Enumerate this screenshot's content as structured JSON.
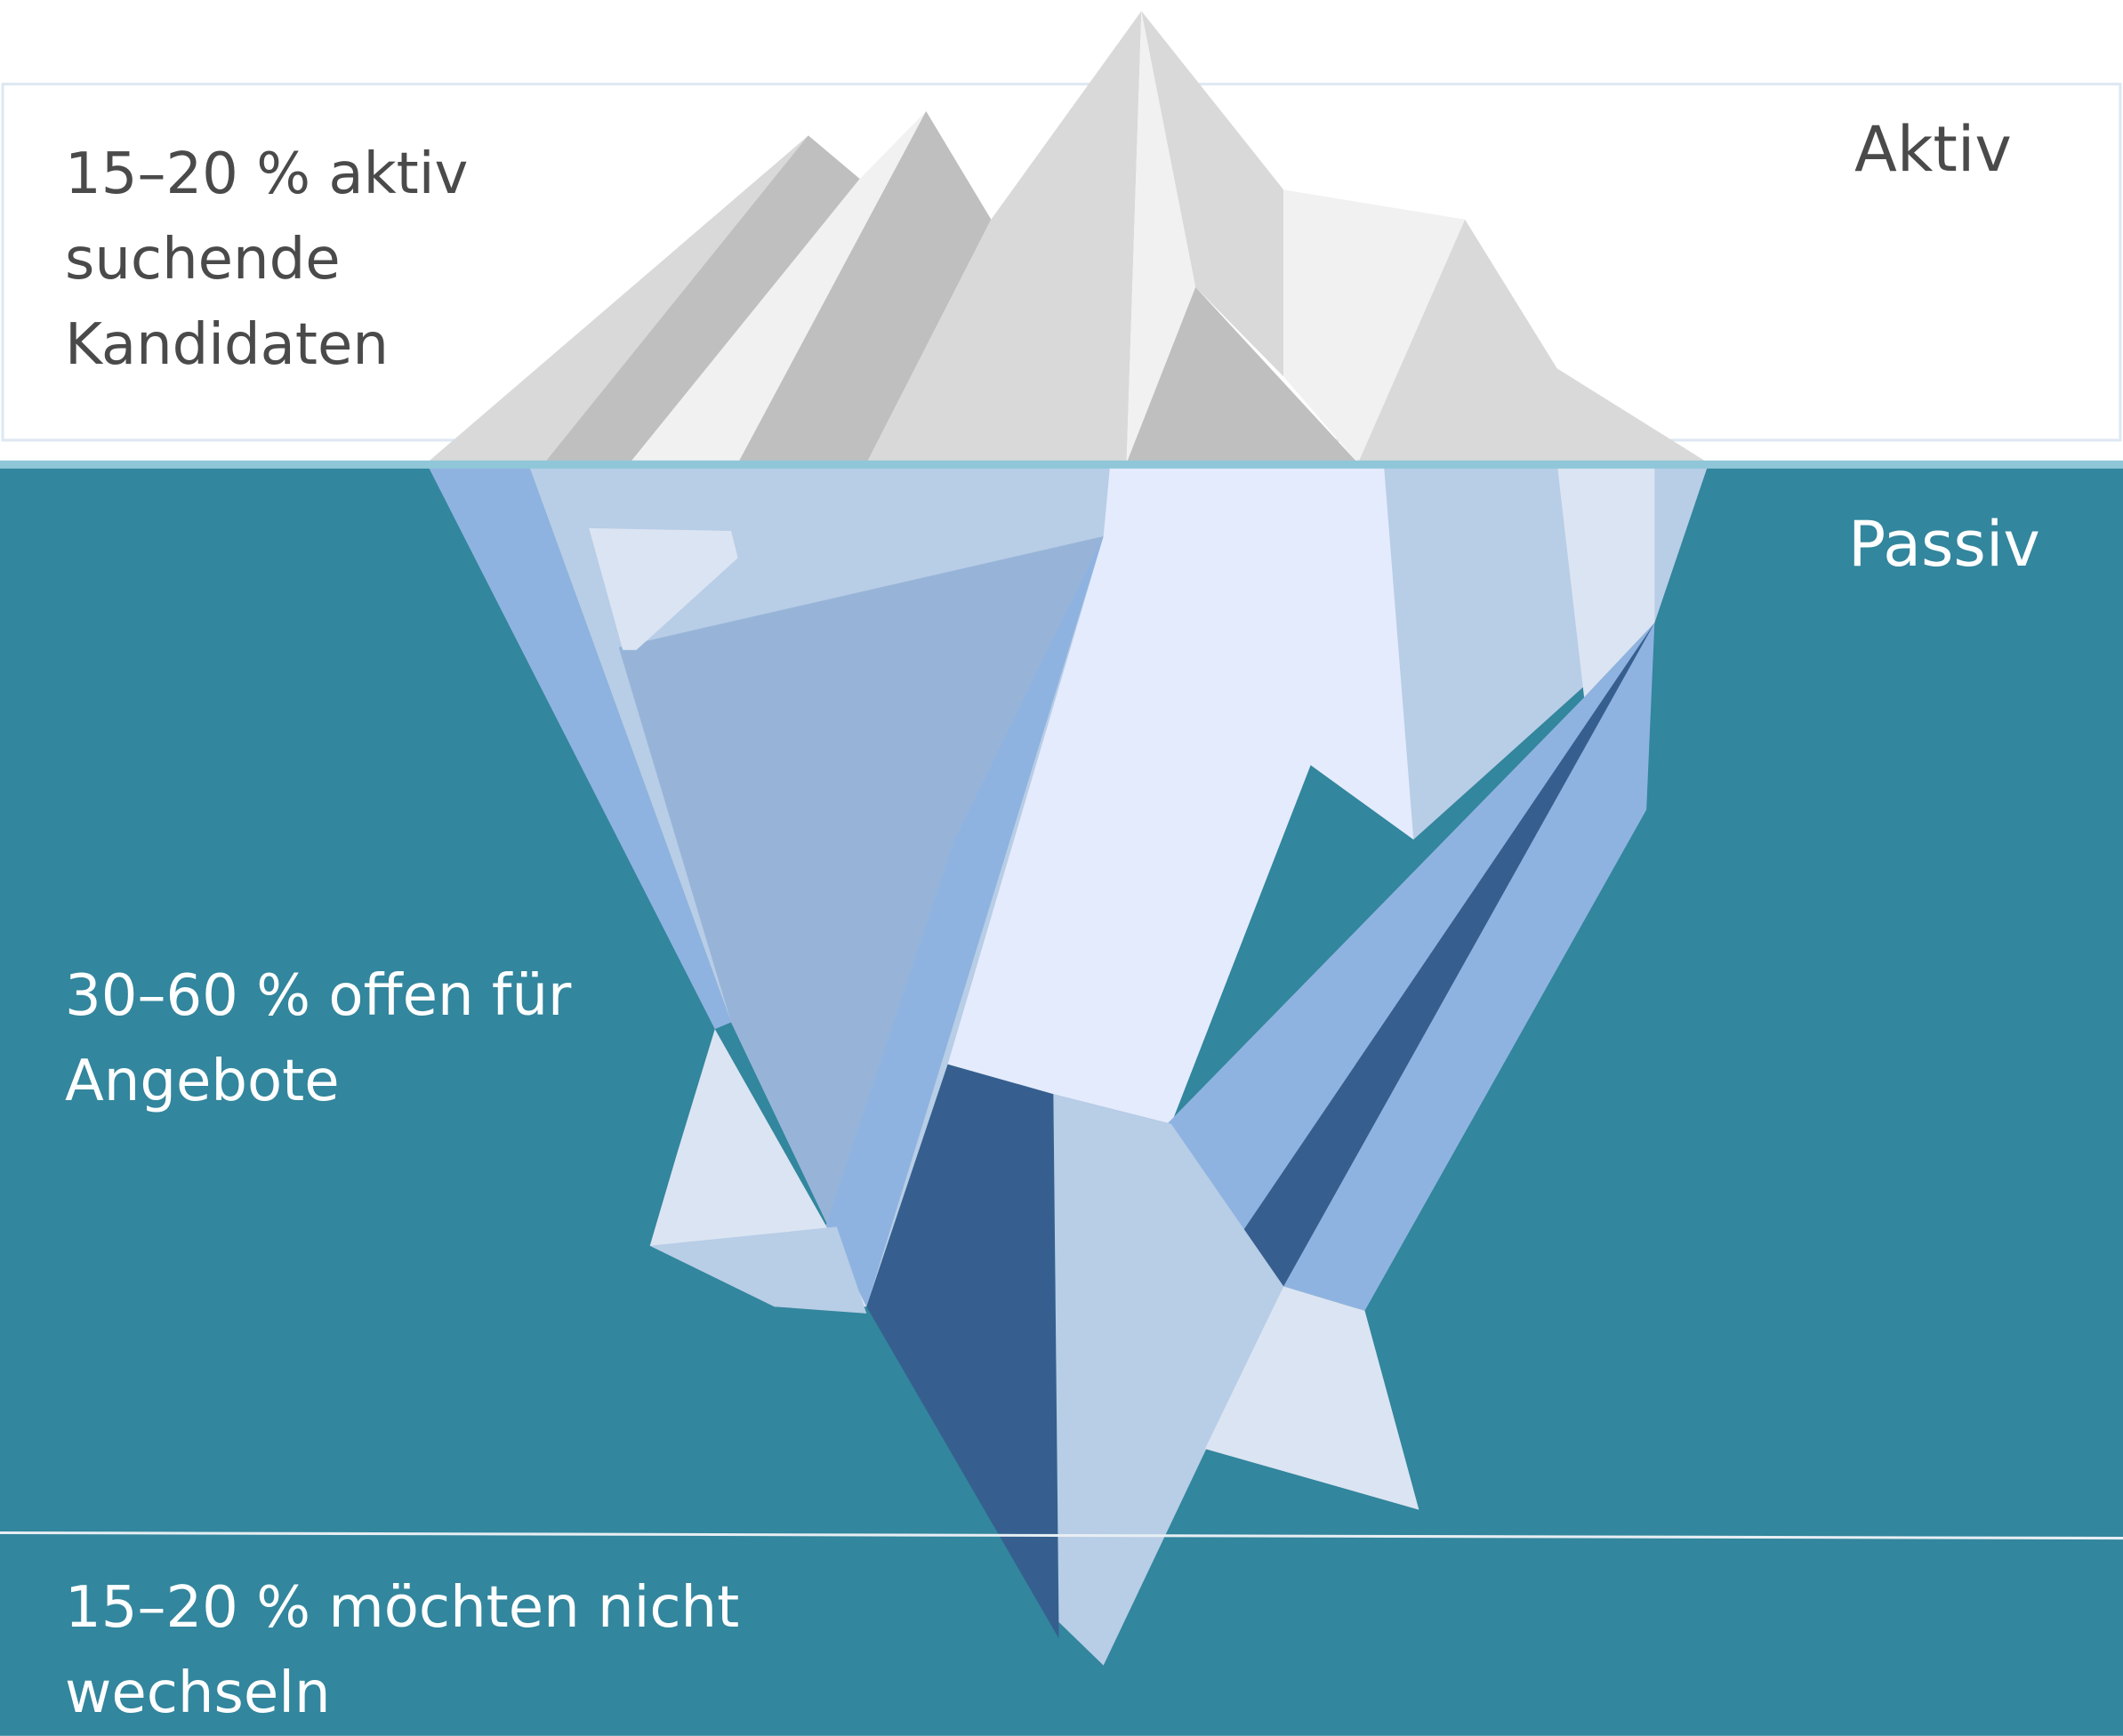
{
  "labels": {
    "active_tag": "Aktiv",
    "active_text": "15–20 % aktiv\nsuchende\nKandidaten",
    "passive_tag": "Passiv",
    "open_text": "30–60 % offen für\nAngebote",
    "stay_text": "15–20 % möchten nicht\nwechseln"
  },
  "colors": {
    "background": "#ffffff",
    "water": "#32869d",
    "water_surface": "#8fc7d9",
    "divider": "#dde8f2",
    "label_dark": "#4a4a4a",
    "label_light": "#ffffff"
  },
  "shares": {
    "active": "15–20 %",
    "open": "30–60 %",
    "not_willing": "15–20 %"
  }
}
